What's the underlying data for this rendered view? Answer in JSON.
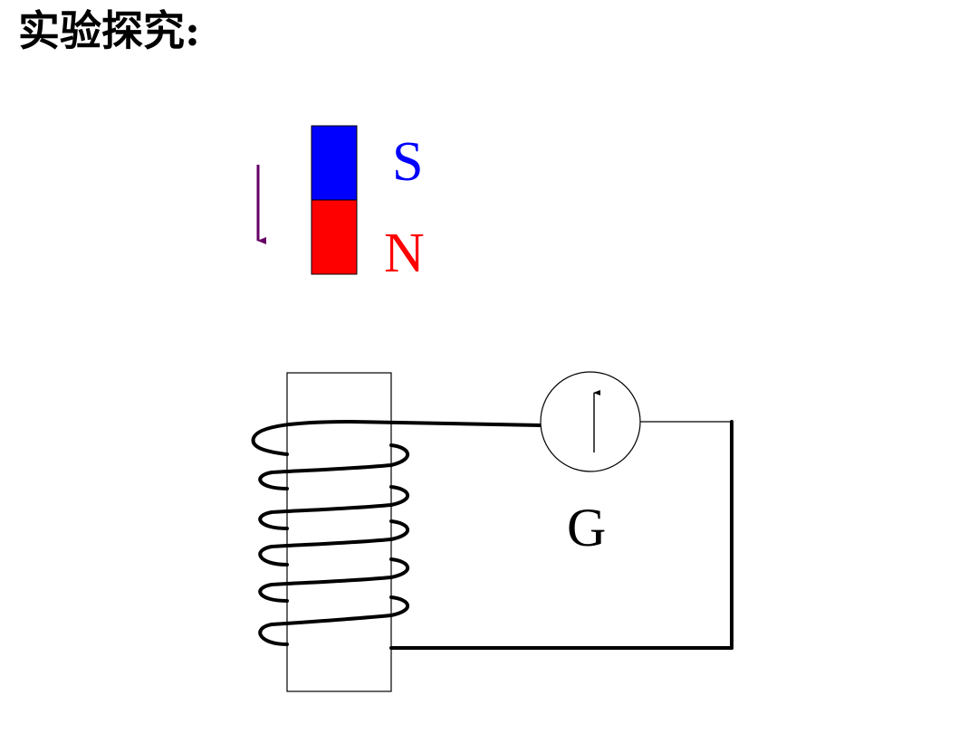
{
  "title": "实验探究:",
  "magnet": {
    "top_pole_label": "S",
    "bottom_pole_label": "N",
    "top_pole_color": "#0000ff",
    "bottom_pole_color": "#ff0000",
    "motion_arrow_color": "#660066"
  },
  "galvanometer": {
    "label": "G"
  },
  "colors": {
    "wire": "#000000",
    "background": "#ffffff"
  }
}
